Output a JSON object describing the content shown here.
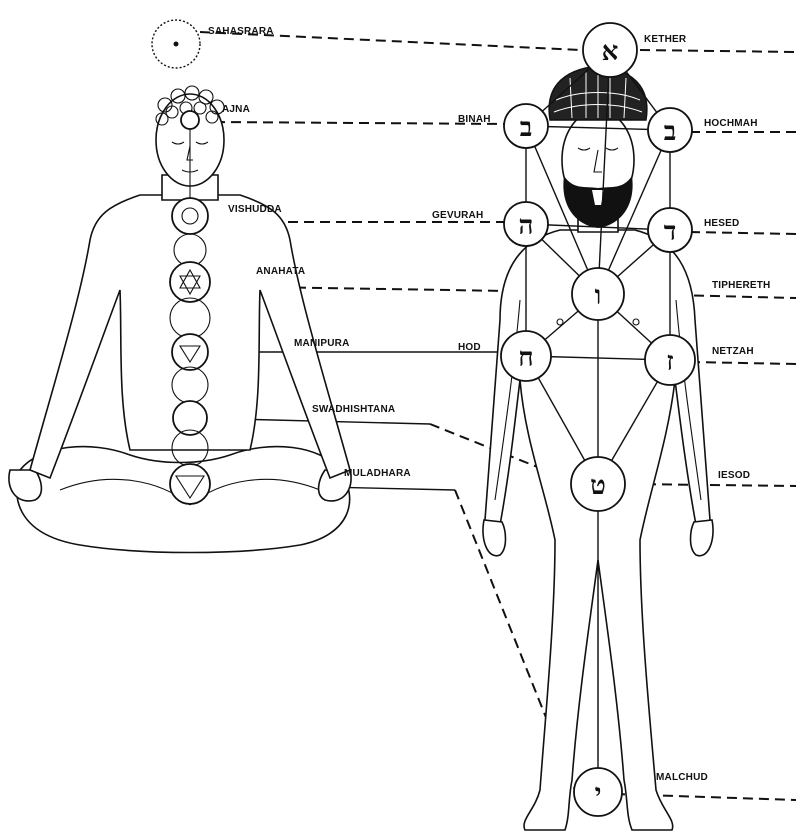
{
  "chakras": [
    {
      "id": "sahasrara",
      "label": "SAHASRARA"
    },
    {
      "id": "ajna",
      "label": "AJNA"
    },
    {
      "id": "vishudda",
      "label": "VISHUDDA"
    },
    {
      "id": "anahata",
      "label": "ANAHATA"
    },
    {
      "id": "manipura",
      "label": "MANIPURA"
    },
    {
      "id": "swadhishtana",
      "label": "SWADHISHTANA"
    },
    {
      "id": "muladhara",
      "label": "MULADHARA"
    }
  ],
  "sephiroth": [
    {
      "id": "kether",
      "label": "KETHER",
      "letter": "א"
    },
    {
      "id": "binah",
      "label": "BINAH",
      "letter": "ב"
    },
    {
      "id": "hochmah",
      "label": "HOCHMAH",
      "letter": "ב"
    },
    {
      "id": "gevurah",
      "label": "GEVURAH",
      "letter": "ה"
    },
    {
      "id": "hesed",
      "label": "HESED",
      "letter": "ד"
    },
    {
      "id": "tiphereth",
      "label": "TIPHERETH",
      "letter": "ו"
    },
    {
      "id": "hod",
      "label": "HOD",
      "letter": "ח"
    },
    {
      "id": "netzah",
      "label": "NETZAH",
      "letter": "ז"
    },
    {
      "id": "iesod",
      "label": "IESOD",
      "letter": "ט"
    },
    {
      "id": "malchud",
      "label": "MALCHUD",
      "letter": "י"
    }
  ]
}
